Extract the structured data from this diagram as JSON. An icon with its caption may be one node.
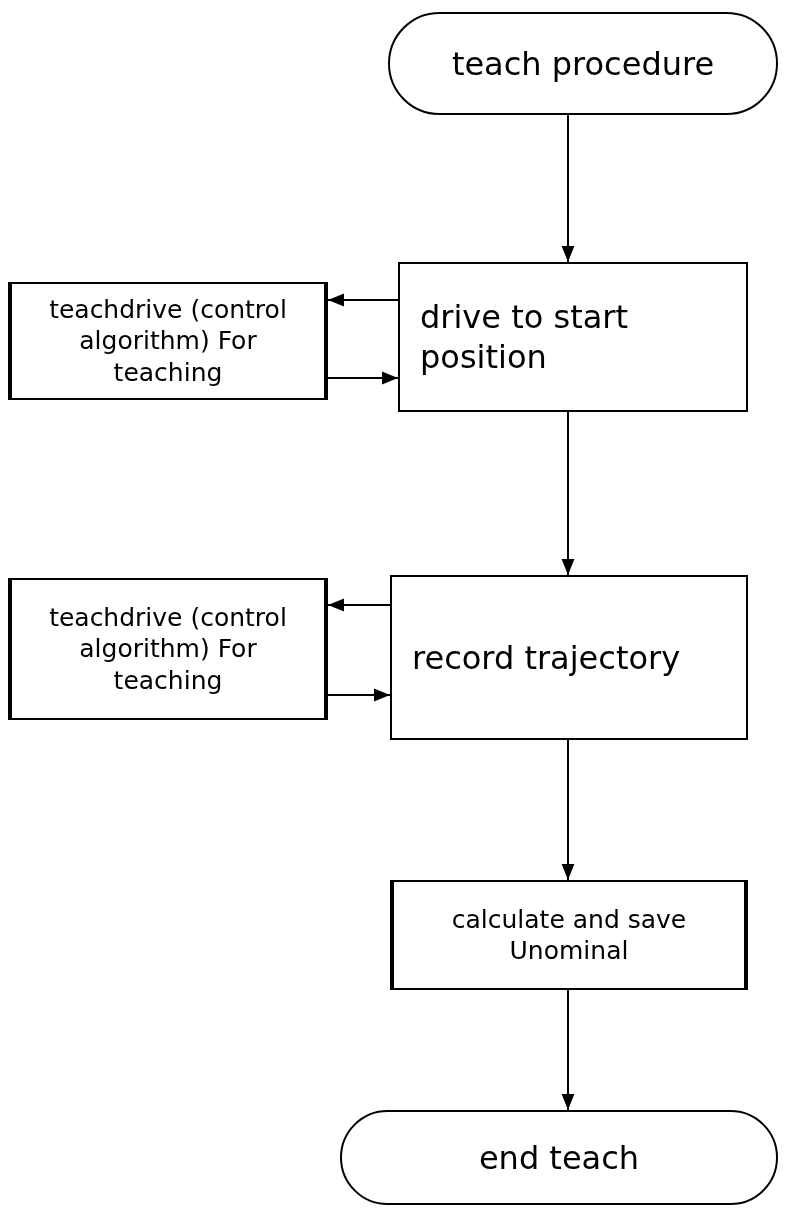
{
  "diagram": {
    "nodes": [
      {
        "text": [
          "teach procedure"
        ]
      },
      {
        "text": [
          "teachdrive (control algorithm) For teaching"
        ]
      },
      {
        "text": [
          "drive to start position"
        ]
      },
      {
        "text": [
          "teachdrive (control algorithm) For teaching"
        ]
      },
      {
        "text": [
          "record trajectory"
        ]
      },
      {
        "text": [
          "calculate and save Unominal"
        ]
      },
      {
        "text": [
          "end teach"
        ]
      }
    ],
    "edges": [
      {
        "from": 0,
        "to": 2,
        "arrow": "to"
      },
      {
        "from": 2,
        "to": 1,
        "arrow": "to"
      },
      {
        "from": 1,
        "to": 2,
        "arrow": "to"
      },
      {
        "from": 2,
        "to": 4,
        "arrow": "to"
      },
      {
        "from": 4,
        "to": 3,
        "arrow": "to"
      },
      {
        "from": 3,
        "to": 4,
        "arrow": "to"
      },
      {
        "from": 4,
        "to": 5,
        "arrow": "to"
      },
      {
        "from": 5,
        "to": 6,
        "arrow": "to"
      }
    ]
  }
}
